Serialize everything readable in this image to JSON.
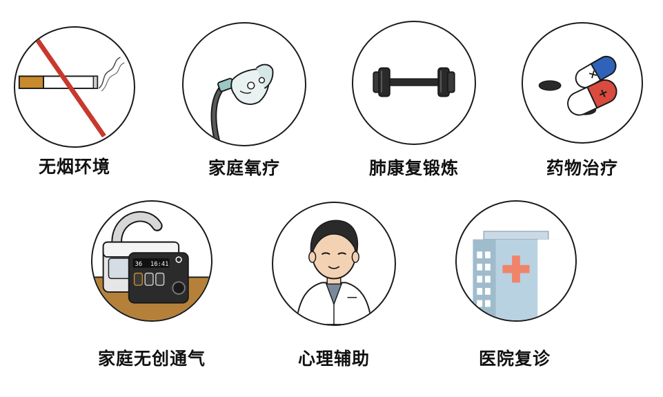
{
  "items": [
    {
      "label": "无烟环境",
      "icon": "no-smoking-icon"
    },
    {
      "label": "家庭氧疗",
      "icon": "oxygen-mask-icon"
    },
    {
      "label": "肺康复锻炼",
      "icon": "dumbbell-icon"
    },
    {
      "label": "药物治疗",
      "icon": "medication-icon"
    },
    {
      "label": "家庭无创通气",
      "icon": "ventilator-icon"
    },
    {
      "label": "心理辅助",
      "icon": "doctor-icon"
    },
    {
      "label": "医院复诊",
      "icon": "hospital-icon"
    }
  ],
  "ventilator_screen": {
    "left": "36",
    "right": "16:41"
  },
  "colors": {
    "no_smoking_slash": "#c8382c",
    "cigarette_filter": "#c98a2e",
    "capsule_red": "#d94a3f",
    "capsule_blue": "#2f62b8",
    "hospital_cross": "#f0846a",
    "hospital_building": "#b9d2e1",
    "table_brown": "#b5813a"
  }
}
